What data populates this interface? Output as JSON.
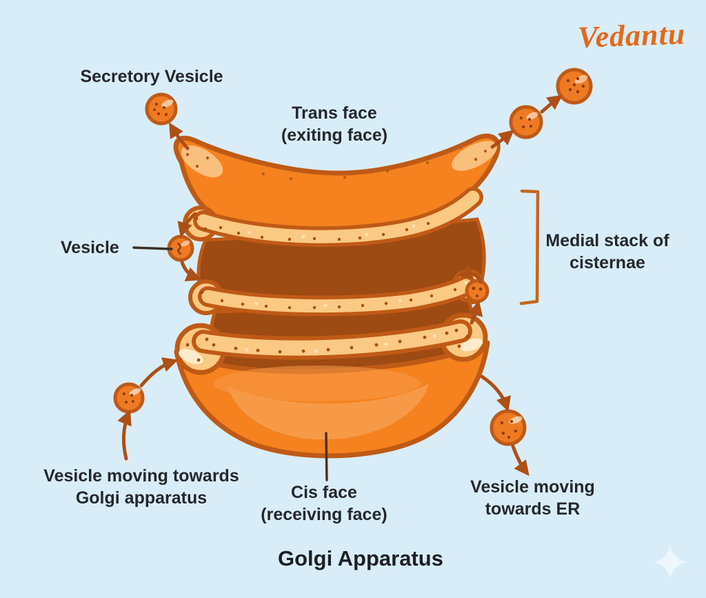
{
  "page": {
    "background": "#d8edf7",
    "title": "Golgi Apparatus"
  },
  "brand": {
    "logo_text": "Vedantu",
    "logo_color": "#e2691d"
  },
  "labels": {
    "secretory_vesicle": "Secretory Vesicle",
    "trans_face_line1": "Trans face",
    "trans_face_line2": "(exiting face)",
    "vesicle": "Vesicle",
    "medial_stack_line1": "Medial stack of",
    "medial_stack_line2": "cisternae",
    "vesicle_to_golgi_line1": "Vesicle moving towards",
    "vesicle_to_golgi_line2": "Golgi apparatus",
    "cis_face_line1": "Cis face",
    "cis_face_line2": "(receiving face)",
    "vesicle_to_er_line1": "Vesicle moving",
    "vesicle_to_er_line2": "towards ER"
  },
  "icons": {
    "sparkle": "sparkle-icon"
  },
  "colors": {
    "outline": "#bf5a16",
    "cisterna_orange": "#f5821f",
    "cisterna_light_swirl": "#f79a48",
    "lumen_cream": "#fac983",
    "lumen_dark_brown": "#9e4a13",
    "arrow": "#ad4f17",
    "bracket": "#c2671f",
    "label_text": "#25272d",
    "sparkle": "#edf7fc"
  }
}
